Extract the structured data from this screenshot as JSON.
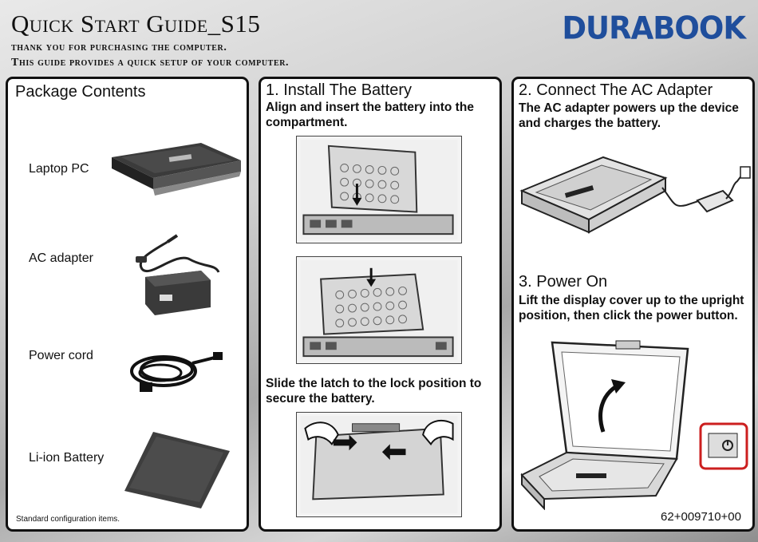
{
  "header": {
    "title": "Quick Start Guide_S15",
    "subtitle_line1": "thank you for purchasing the computer.",
    "subtitle_line2": "This guide provides  a quick setup of your computer.",
    "logo_text": "DURABOOK",
    "logo_color": "#1f4e9c"
  },
  "package": {
    "title": "Package Contents",
    "items": [
      {
        "label": "Laptop PC",
        "icon": "laptop-icon"
      },
      {
        "label": "AC adapter",
        "icon": "ac-adapter-icon"
      },
      {
        "label": "Power cord",
        "icon": "power-cord-icon"
      },
      {
        "label": "Li-ion Battery",
        "icon": "battery-icon"
      }
    ],
    "footnote": "Standard configuration items."
  },
  "battery": {
    "title": "1. Install The Battery",
    "instruction": "Align and insert the battery into the compartment.",
    "latch_instruction": "Slide the latch to the lock position to secure the battery."
  },
  "adapter": {
    "title": "2. Connect The AC Adapter",
    "instruction": "The AC adapter powers up the device and charges the battery."
  },
  "power": {
    "title": "3. Power On",
    "instruction": "Lift the display cover up to the upright position, then click the power button."
  },
  "part_number": "62+009710+00"
}
